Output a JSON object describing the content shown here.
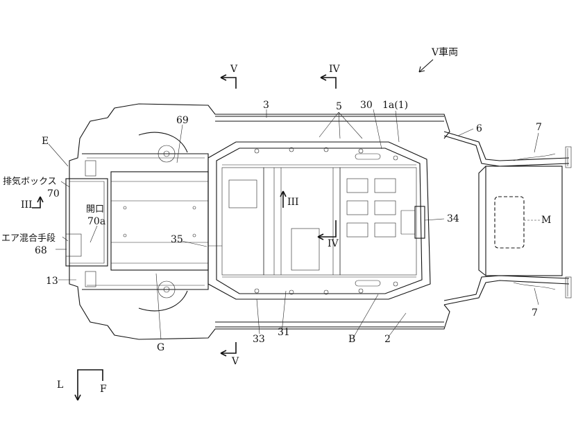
{
  "labels": {
    "vehicle": "V車両",
    "section_v_top": "V",
    "section_iv_top": "IV",
    "section_v_bottom": "V",
    "n3": "3",
    "n5": "5",
    "n30": "30",
    "n1a": "1a(1)",
    "n6": "6",
    "n7_top": "7",
    "n7_bottom": "7",
    "n69": "69",
    "E": "E",
    "exhaust_box": "排気ボックス",
    "n70": "70",
    "section_iii_left": "III",
    "opening": "開口",
    "n70a": "70a",
    "air_mixing": "エア混合手段",
    "n68": "68",
    "n13": "13",
    "section_iii_center": "III",
    "section_iv_center": "IV",
    "n35": "35",
    "n34": "34",
    "M": "M",
    "G": "G",
    "n33": "33",
    "n31": "31",
    "B": "B",
    "n2": "2",
    "L": "L",
    "F": "F"
  }
}
